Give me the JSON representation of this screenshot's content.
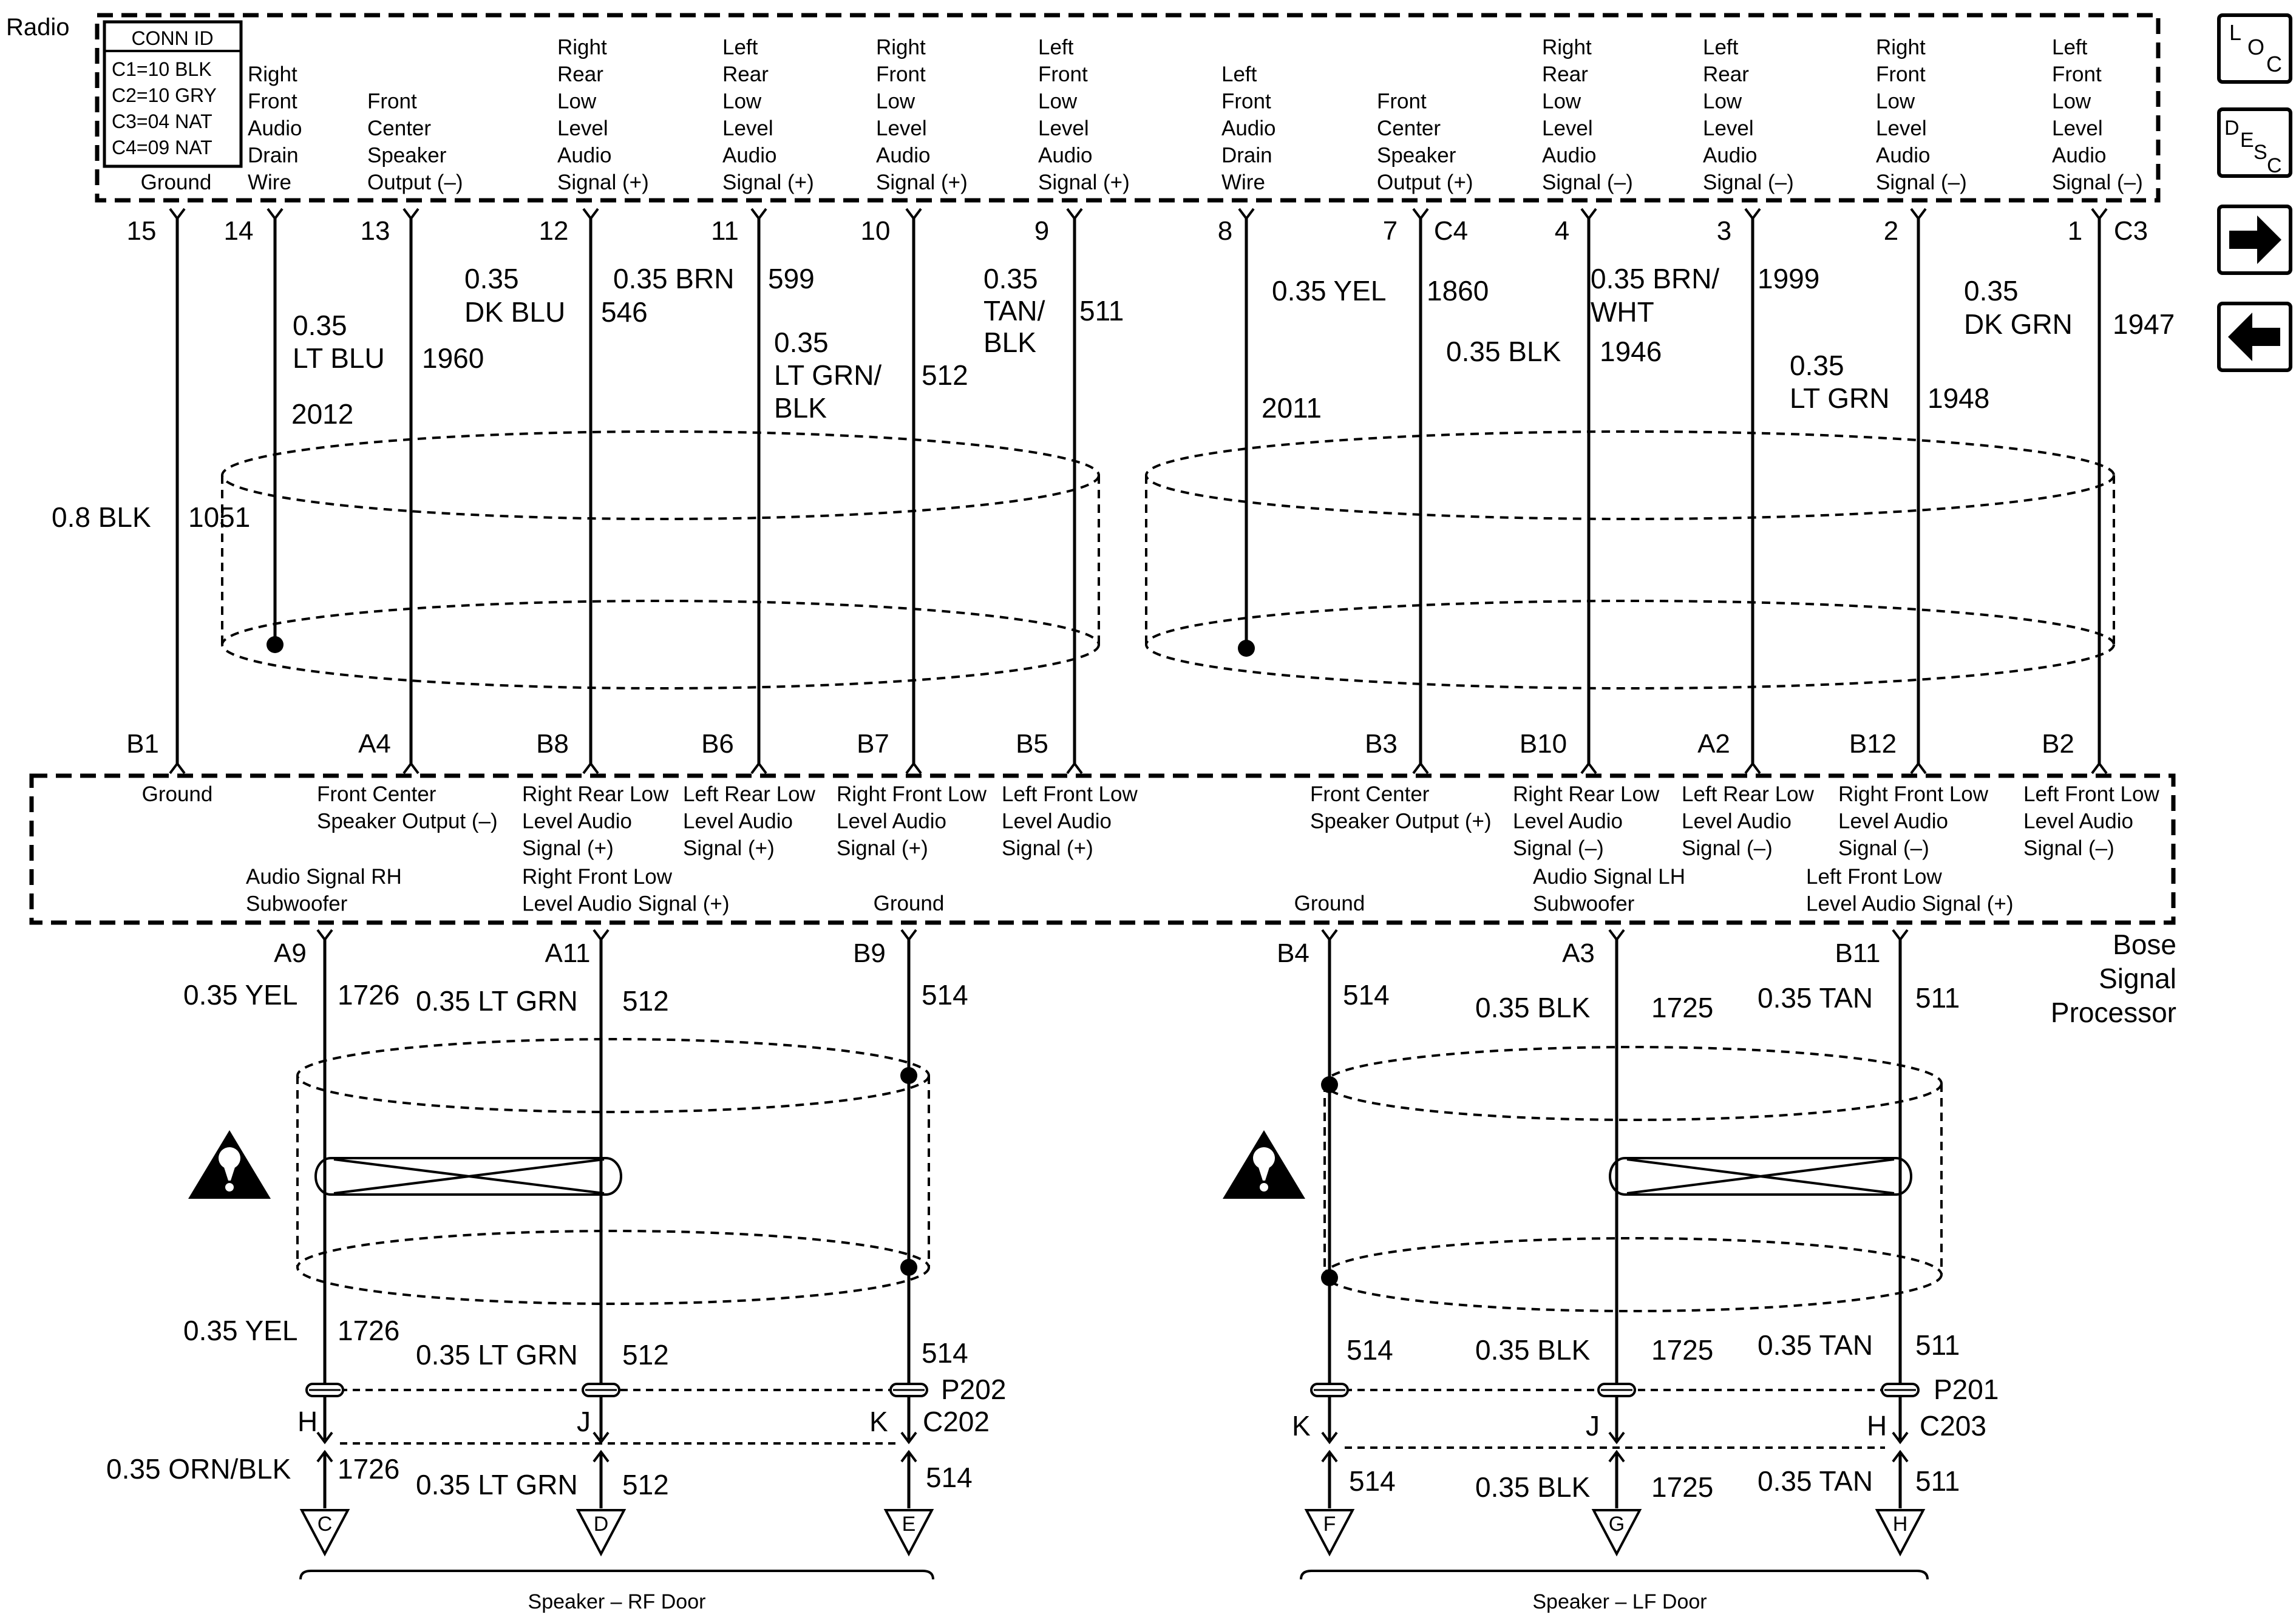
{
  "radio": {
    "title": "Radio",
    "conn_id": {
      "header": "CONN ID",
      "lines": [
        "C1=10 BLK",
        "C2=10 GRY",
        "C3=04 NAT",
        "C4=09 NAT"
      ]
    },
    "connectors": {
      "c4": "C4",
      "c3": "C3"
    },
    "pins": [
      {
        "pin": "15",
        "desc": [
          "Ground"
        ]
      },
      {
        "pin": "14",
        "desc": [
          "Right",
          "Front",
          "Audio",
          "Drain",
          "Wire"
        ]
      },
      {
        "pin": "13",
        "desc": [
          "Front",
          "Center",
          "Speaker",
          "Output (–)"
        ]
      },
      {
        "pin": "12",
        "desc": [
          "Right",
          "Rear",
          "Low",
          "Level",
          "Audio",
          "Signal (+)"
        ]
      },
      {
        "pin": "11",
        "desc": [
          "Left",
          "Rear",
          "Low",
          "Level",
          "Audio",
          "Signal (+)"
        ]
      },
      {
        "pin": "10",
        "desc": [
          "Right",
          "Front",
          "Low",
          "Level",
          "Audio",
          "Signal (+)"
        ]
      },
      {
        "pin": "9",
        "desc": [
          "Left",
          "Front",
          "Low",
          "Level",
          "Audio",
          "Signal (+)"
        ]
      },
      {
        "pin": "8",
        "desc": [
          "Left",
          "Front",
          "Audio",
          "Drain",
          "Wire"
        ]
      },
      {
        "pin": "7",
        "desc": [
          "Front",
          "Center",
          "Speaker",
          "Output (+)"
        ]
      },
      {
        "pin": "4",
        "desc": [
          "Right",
          "Rear",
          "Low",
          "Level",
          "Audio",
          "Signal (–)"
        ]
      },
      {
        "pin": "3",
        "desc": [
          "Left",
          "Rear",
          "Low",
          "Level",
          "Audio",
          "Signal (–)"
        ]
      },
      {
        "pin": "2",
        "desc": [
          "Right",
          "Front",
          "Low",
          "Level",
          "Audio",
          "Signal (–)"
        ]
      },
      {
        "pin": "1",
        "desc": [
          "Left",
          "Front",
          "Low",
          "Level",
          "Audio",
          "Signal (–)"
        ]
      }
    ]
  },
  "upper_wires": [
    {
      "lines": [
        "0.8 BLK"
      ],
      "circuit": "1051"
    },
    {
      "lines": [
        "0.35",
        "LT BLU"
      ],
      "circuit": "2012"
    },
    {
      "lines": [
        "0.35",
        "DK BLU"
      ],
      "circuit": "1960"
    },
    {
      "lines": [
        "0.35 BRN"
      ],
      "circuit": "546"
    },
    {
      "lines": [
        "0.35",
        "LT GRN/",
        "BLK"
      ],
      "circuit": "599"
    },
    {
      "lines": [
        "0.35",
        "TAN/",
        "BLK"
      ],
      "circuit": "512"
    },
    {
      "circuit": "511"
    },
    {
      "lines": [],
      "circuit": "2011"
    },
    {
      "lines": [
        "0.35 YEL"
      ],
      "circuit": "1860"
    },
    {
      "lines": [
        "0.35 BRN/",
        "WHT"
      ],
      "circuit": "1999"
    },
    {
      "lines": [
        "0.35 BLK"
      ],
      "circuit": "1946"
    },
    {
      "lines": [
        "0.35",
        "LT GRN"
      ],
      "circuit": "1948"
    },
    {
      "lines": [
        "0.35",
        "DK GRN"
      ],
      "circuit": "1947"
    }
  ],
  "bsp": {
    "title_lines": [
      "Bose",
      "Signal",
      "Processor"
    ],
    "top_pins": [
      "B1",
      "A4",
      "B8",
      "B6",
      "B7",
      "B5",
      "B3",
      "B10",
      "A2",
      "B12",
      "B2"
    ],
    "top_labels": [
      [
        "Ground"
      ],
      [
        "Front Center",
        "Speaker Output (–)"
      ],
      [
        "Right Rear Low",
        "Level Audio",
        "Signal (+)"
      ],
      [
        "Left Rear Low",
        "Level Audio",
        "Signal (+)"
      ],
      [
        "Right Front Low",
        "Level Audio",
        "Signal (+)"
      ],
      [
        "Left Front Low",
        "Level Audio",
        "Signal (+)"
      ],
      [
        "Front Center",
        "Speaker Output (+)"
      ],
      [
        "Right Rear Low",
        "Level Audio",
        "Signal (–)"
      ],
      [
        "Left Rear Low",
        "Level Audio",
        "Signal (–)"
      ],
      [
        "Right Front Low",
        "Level Audio",
        "Signal (–)"
      ],
      [
        "Left Front Low",
        "Level Audio",
        "Signal (–)"
      ]
    ],
    "bottom_pins": [
      "A9",
      "A11",
      "B9",
      "B4",
      "A3",
      "B11"
    ],
    "bottom_labels": [
      [
        "Audio Signal RH",
        "Subwoofer"
      ],
      [
        "Right Front Low",
        "Level Audio Signal (+)"
      ],
      [
        "Ground"
      ],
      [
        "Ground"
      ],
      [
        "Audio Signal LH",
        "Subwoofer"
      ],
      [
        "Left Front Low",
        "Level Audio Signal (+)"
      ]
    ]
  },
  "lower_wires": {
    "a9": {
      "upper": "0.35 YEL",
      "mid": "0.35 YEL",
      "lower": "0.35 ORN/BLK",
      "circuit": "1726"
    },
    "a11": {
      "upper": "0.35 LT GRN",
      "mid": "0.35 LT GRN",
      "lower": "0.35 LT GRN",
      "circuit": "512"
    },
    "b9": {
      "circuit": "514"
    },
    "b4": {
      "circuit": "514"
    },
    "a3": {
      "upper": "0.35 BLK",
      "mid": "0.35 BLK",
      "lower": "0.35 BLK",
      "circuit": "1725"
    },
    "b11": {
      "upper": "0.35 TAN",
      "mid": "0.35 TAN",
      "lower": "0.35 TAN",
      "circuit": "511"
    }
  },
  "inline_connectors": {
    "rf": {
      "p": "P202",
      "c": "C202",
      "pins": [
        "H",
        "J",
        "K"
      ]
    },
    "lf": {
      "p": "P201",
      "c": "C203",
      "pins": [
        "K",
        "J",
        "H"
      ]
    }
  },
  "speakers": {
    "rf": {
      "label": "Speaker – RF Door",
      "terminals": [
        "C",
        "D",
        "E"
      ]
    },
    "lf": {
      "label": "Speaker – LF Door",
      "terminals": [
        "F",
        "G",
        "H"
      ]
    }
  },
  "nav": {
    "loc": [
      "L",
      "O",
      "C"
    ],
    "desc": [
      "D",
      "E",
      "S",
      "C"
    ],
    "forward_icon": "arrow-right-icon",
    "back_icon": "arrow-left-icon"
  }
}
